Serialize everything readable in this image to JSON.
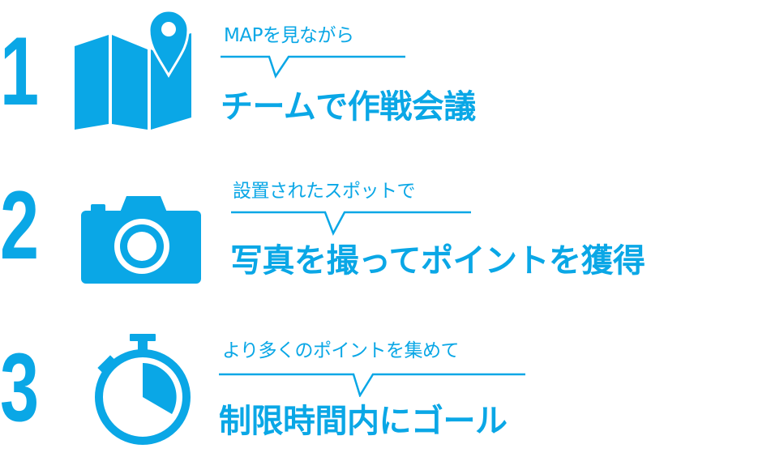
{
  "accent_color": "#0aa7e6",
  "steps": [
    {
      "number": "1",
      "icon": "map-pin-icon",
      "caption": "MAPを見ながら",
      "headline": "チームで作戦会議"
    },
    {
      "number": "2",
      "icon": "camera-icon",
      "caption": "設置されたスポットで",
      "headline": "写真を撮ってポイントを獲得"
    },
    {
      "number": "3",
      "icon": "stopwatch-icon",
      "caption": "より多くのポイントを集めて",
      "headline": "制限時間内にゴール"
    }
  ]
}
